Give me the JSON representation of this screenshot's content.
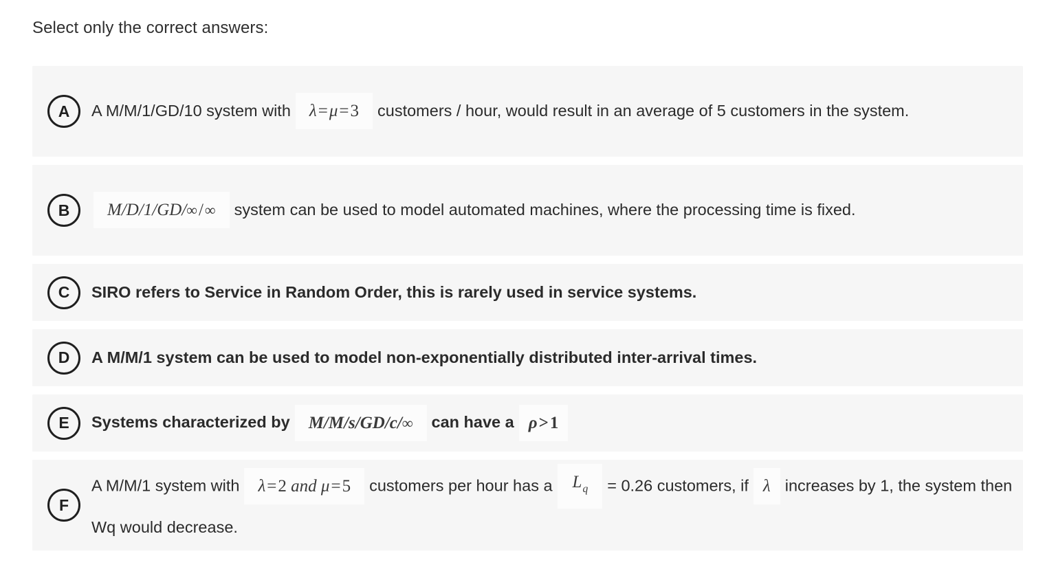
{
  "prompt": "Select only the correct answers:",
  "options": [
    {
      "letter": "A",
      "lines": 2,
      "segments": [
        {
          "type": "text",
          "value": "A M/M/1/GD/10 system with"
        },
        {
          "type": "math",
          "value": "λ = μ = 3",
          "style": "normal"
        },
        {
          "type": "text",
          "value": "customers / hour, would result in an average of 5 customers in the system."
        }
      ],
      "plain_text": "A M/M/1/GD/10 system with λ=μ=3 customers / hour, would result in an average of 5 customers in the system."
    },
    {
      "letter": "B",
      "lines": 2,
      "segments": [
        {
          "type": "math",
          "value": "M/D/1/GD/ ∞ / ∞",
          "style": "normal"
        },
        {
          "type": "text",
          "value": "system can be used to model automated machines, where the processing time is fixed."
        }
      ],
      "plain_text": "M/D/1/GD/ ∞ / ∞ system can be used to model automated machines, where the processing time is fixed."
    },
    {
      "letter": "C",
      "lines": 1,
      "segments": [
        {
          "type": "text",
          "value": "SIRO refers to Service in Random Order, this is rarely used in service systems."
        }
      ],
      "plain_text": "SIRO refers to Service in Random Order, this is rarely used in service systems."
    },
    {
      "letter": "D",
      "lines": 1,
      "segments": [
        {
          "type": "text",
          "value": "A M/M/1 system can be used to model non-exponentially distributed inter-arrival times."
        }
      ],
      "plain_text": "A M/M/1 system can be used to model non-exponentially distributed inter-arrival times."
    },
    {
      "letter": "E",
      "lines": 1,
      "segments": [
        {
          "type": "text",
          "value": "Systems characterized by"
        },
        {
          "type": "math",
          "value": "M/M/s/GD/c/ ∞",
          "style": "normal"
        },
        {
          "type": "text",
          "value": "can have a"
        },
        {
          "type": "math",
          "value": "ρ > 1",
          "style": "normal"
        }
      ],
      "plain_text": "Systems characterized by M/M/s/GD/c/ ∞ can have a ρ > 1"
    },
    {
      "letter": "F",
      "lines": 2,
      "segments": [
        {
          "type": "text",
          "value": "A M/M/1 system with"
        },
        {
          "type": "math",
          "value": "λ = 2 and μ = 5",
          "style": "normal"
        },
        {
          "type": "text",
          "value": "customers per hour has a"
        },
        {
          "type": "math",
          "value": "L q",
          "style": "subscript"
        },
        {
          "type": "text",
          "value": "= 0.26 customers, if"
        },
        {
          "type": "math",
          "value": "λ",
          "style": "normal"
        },
        {
          "type": "text",
          "value": "increases by 1, the system then Wq would decrease."
        }
      ],
      "plain_text": "A M/M/1 system with λ=2 and μ=5 customers per hour has a Lq = 0.26 customers, if λ increases by 1, the system then Wq would decrease."
    }
  ],
  "math": {
    "a_lambda_mu": {
      "lhs": "λ",
      "eq1": "=",
      "mid": "μ",
      "eq2": "=",
      "rhs": "3"
    },
    "b_kendall": {
      "parts": "M/D/1/GD/",
      "inf1": "∞",
      "slash": "/",
      "inf2": "∞"
    },
    "e_kendall": {
      "parts": "M/M/s/GD/c/",
      "inf": "∞"
    },
    "e_rho": {
      "lhs": "ρ",
      "op": ">",
      "rhs": "1"
    },
    "f_params": {
      "lhs": "λ",
      "eq1": "=",
      "v1": "2",
      "conj": "and",
      "mid": "μ",
      "eq2": "=",
      "v2": "5"
    },
    "f_lq": {
      "base": "L",
      "sub": "q"
    },
    "f_lambda": {
      "sym": "λ"
    }
  },
  "colors": {
    "page_bg": "#ffffff",
    "card_bg": "#f6f6f6",
    "math_bg": "#fcfcfc",
    "text": "#2b2b2b",
    "bullet_border": "#1f1f1f"
  }
}
